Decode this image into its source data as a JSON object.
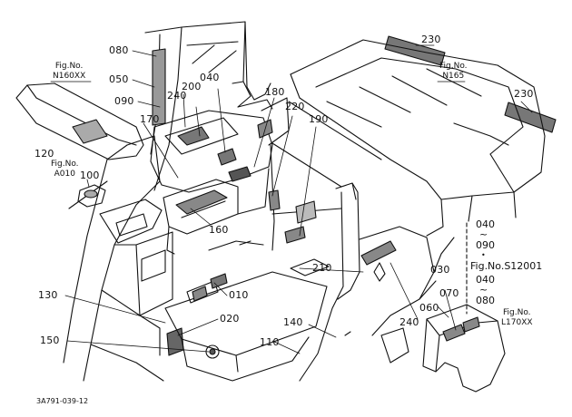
{
  "diagram": {
    "part_numbers": {
      "p230a": "230",
      "p230b": "230",
      "p080": "080",
      "p050": "050",
      "p090": "090",
      "p040": "040",
      "p200": "200",
      "p240a": "240",
      "p180": "180",
      "p220": "220",
      "p190": "190",
      "p170": "170",
      "p120": "120",
      "p100": "100",
      "p160": "160",
      "p210": "210",
      "p030": "030",
      "p010": "010",
      "p130": "130",
      "p020": "020",
      "p140": "140",
      "p110": "110",
      "p150": "150",
      "p240b": "240",
      "p060": "060",
      "p070": "070"
    },
    "fig_refs": {
      "n160xx": {
        "label": "Fig.No.",
        "number": "N160XX"
      },
      "a010": {
        "label": "Fig.No.",
        "number": "A010"
      },
      "n165": {
        "label": "Fig.No.",
        "number": "N165"
      },
      "l170xx": {
        "label": "Fig.No.",
        "number": "L170XX"
      }
    },
    "cross_ref": {
      "line1": "040",
      "tilde1": "~",
      "line2": "090",
      "dot": "•",
      "fig": "Fig.No.S12001",
      "line3": "040",
      "tilde2": "~",
      "line4": "080"
    },
    "drawing_code": "3A791-039-12"
  }
}
